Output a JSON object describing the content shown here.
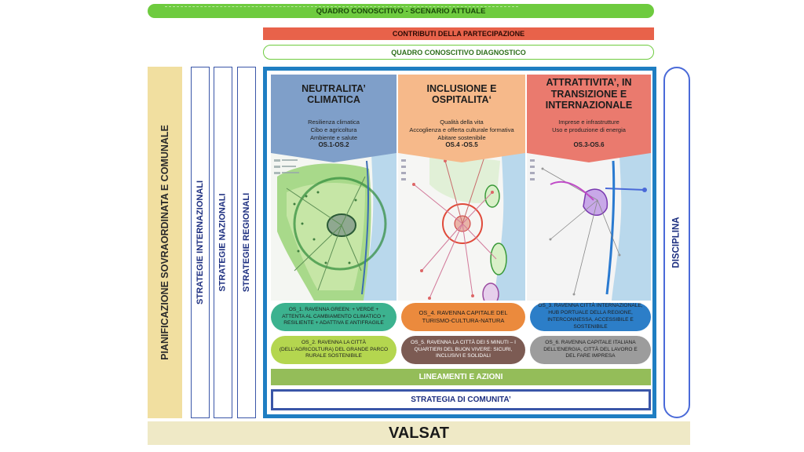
{
  "top": {
    "quadro_conoscitivo": "QUADRO CONOSCITIVO - SCENARIO ATTUALE",
    "contributi": "CONTRIBUTI DELLA PARTECIPAZIONE",
    "diagnostico": "QUADRO CONOSCITIVO DIAGNOSTICO"
  },
  "side": {
    "pianificazione": "PIANIFICAZIONE SOVRAORDINATA E COMUNALE",
    "internazionali": "STRATEGIE INTERNAZIONALI",
    "nazionali": "STRATEGIE NAZIONALI",
    "regionali": "STRATEGIE REGIONALI",
    "disciplina": "DISCIPLINA"
  },
  "columns": [
    {
      "title": "NEUTRALITA’ CLIMATICA",
      "lines": [
        "Resilienza climatica",
        "Cibo e agricoltura",
        "Ambiente e salute"
      ],
      "os": "OS.1-OS.2"
    },
    {
      "title": "INCLUSIONE E OSPITALITA‘",
      "lines": [
        "Qualità della vita",
        "Accoglienza e offerta culturale formativa",
        "Abitare sostenibile"
      ],
      "os": "OS.4 -OS.5"
    },
    {
      "title": "ATTRATTIVITA’, IN TRANSIZIONE E INTERNAZIONALE",
      "lines": [
        "Imprese e infrastrutture",
        "Uso e produzione di energia"
      ],
      "os": "OS.3-OS.6"
    }
  ],
  "objectives": {
    "os1": "OS_1. RAVENNA GREEN: + VERDE + ATTENTA AL CAMBIAMENTO CLIMATICO + RESILIENTE + ADATTIVA E ANTIFRAGILE",
    "os4": "OS_4. RAVENNA CAPITALE DEL TURISMO-CULTURA-NATURA",
    "os3": "OS_3. RAVENNA CITTÀ INTERNAZIONALE, HUB PORTUALE DELLA REGIONE, INTERCONNESSA, ACCESSIBILE E SOSTENIBILE",
    "os2": "OS_2. RAVENNA LA CITTÀ (DELL’AGRICOLTURA) DEL GRANDE PARCO RURALE SOSTENIBILE",
    "os5": "OS_5. RAVENNA LA CITTÀ DEI 5 MINUTI – I QUARTIERI DEL BUON VIVERE: SICURI, INCLUSIVI E SOLIDALI",
    "os6": "OS_6. RAVENNA CAPITALE ITALIANA DELL’ENERGIA, CITTÀ DEL LAVORO E DEL FARE IMPRESA"
  },
  "bottom": {
    "lineamenti": "LINEAMENTI E AZIONI",
    "strategia": "STRATEGIA DI COMUNITA’",
    "valsat": "VALSAT"
  },
  "colors": {
    "green": "#6ecb3f",
    "orange_red": "#e8624a",
    "blue_frame": "#1f7ec2",
    "neutral_head": "#7f9fc9",
    "inclusion_head": "#f6b98a",
    "attract_head": "#ea7a6e"
  }
}
